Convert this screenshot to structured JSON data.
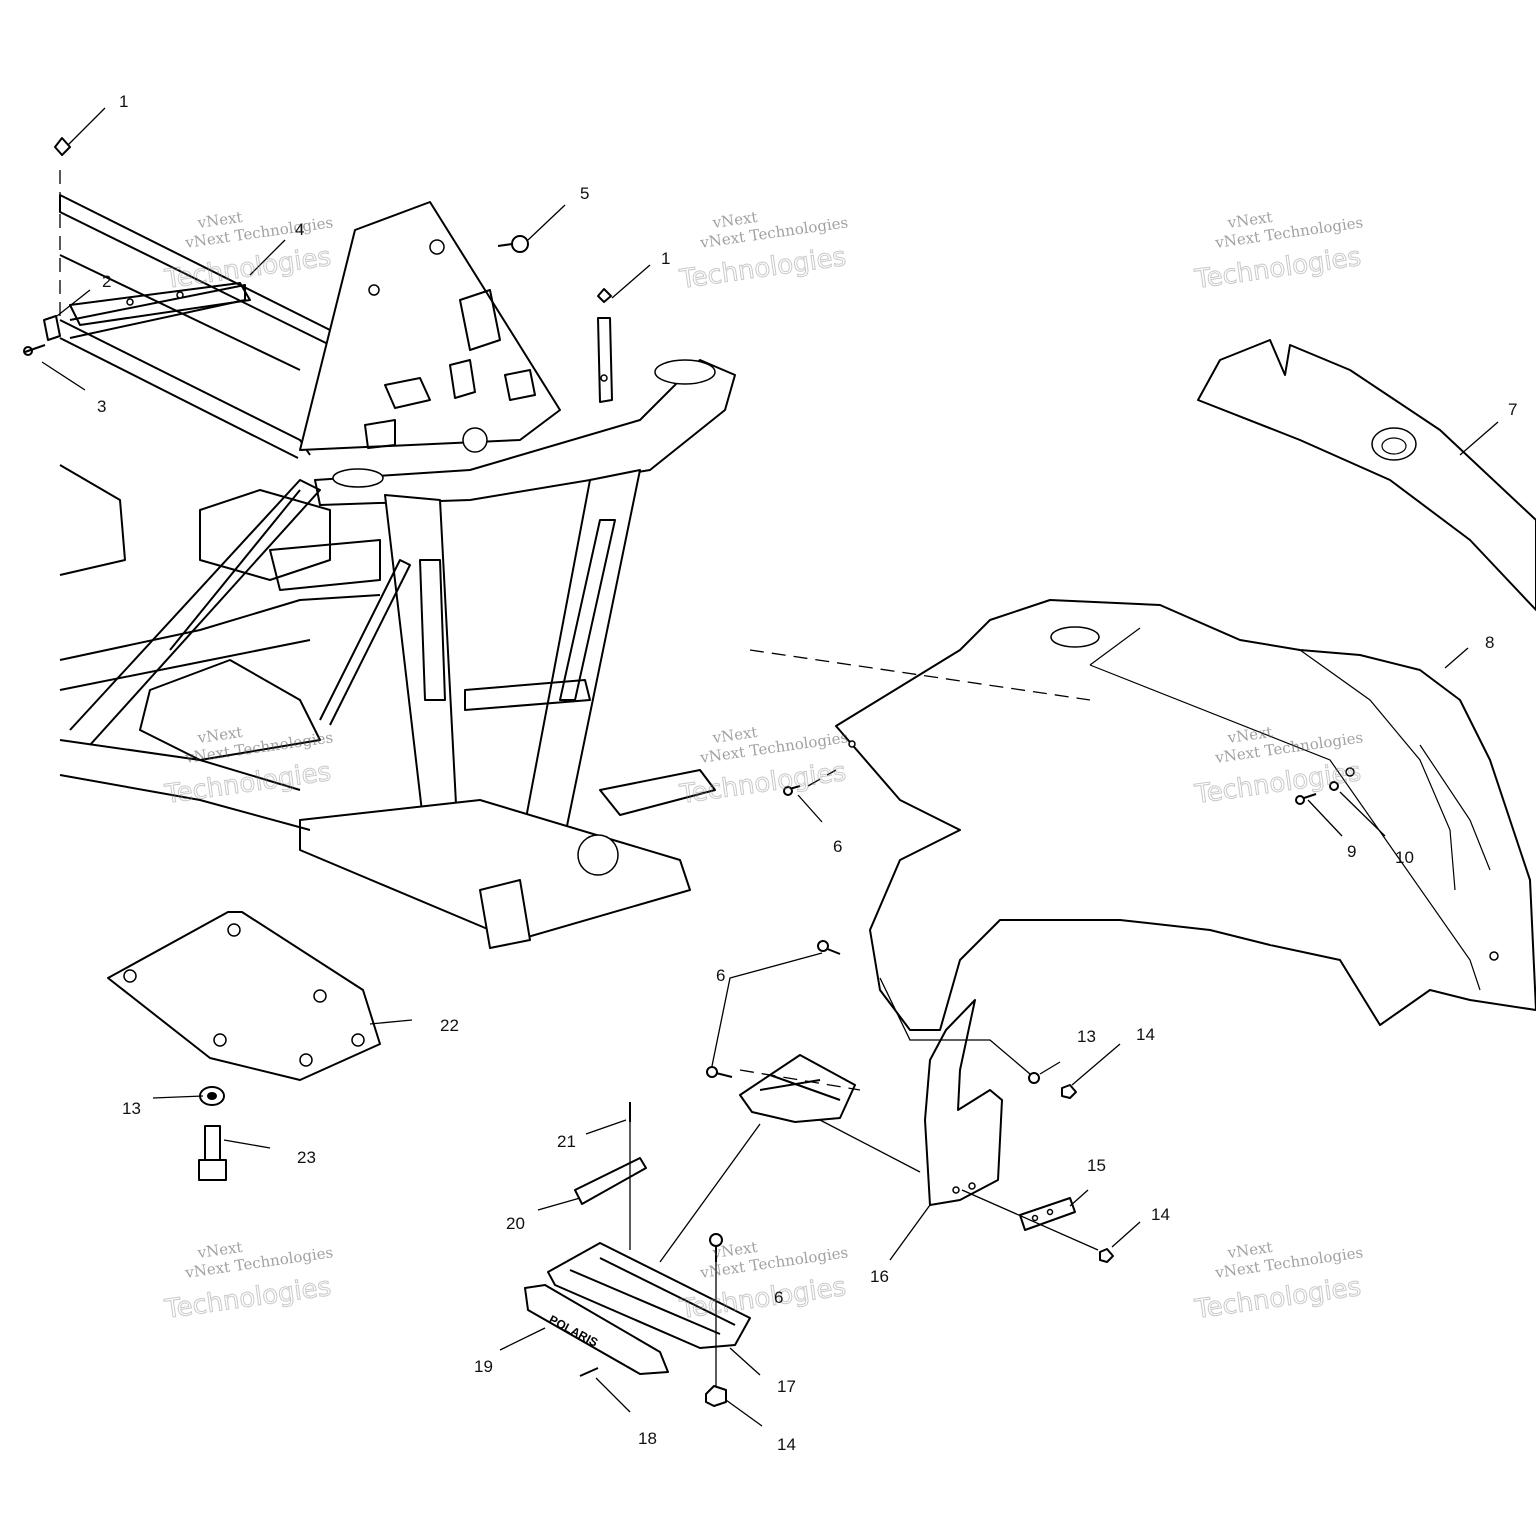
{
  "callouts": [
    {
      "id": "c1a",
      "label": "1"
    },
    {
      "id": "c2",
      "label": "2"
    },
    {
      "id": "c3",
      "label": "3"
    },
    {
      "id": "c4",
      "label": "4"
    },
    {
      "id": "c5",
      "label": "5"
    },
    {
      "id": "c1b",
      "label": "1"
    },
    {
      "id": "c7",
      "label": "7"
    },
    {
      "id": "c8",
      "label": "8"
    },
    {
      "id": "c6a",
      "label": "6"
    },
    {
      "id": "c9",
      "label": "9"
    },
    {
      "id": "c10",
      "label": "10"
    },
    {
      "id": "c6b",
      "label": "6"
    },
    {
      "id": "c22",
      "label": "22"
    },
    {
      "id": "c13a",
      "label": "13"
    },
    {
      "id": "c23",
      "label": "23"
    },
    {
      "id": "c13b",
      "label": "13"
    },
    {
      "id": "c14a",
      "label": "14"
    },
    {
      "id": "c21",
      "label": "21"
    },
    {
      "id": "c20",
      "label": "20"
    },
    {
      "id": "c15",
      "label": "15"
    },
    {
      "id": "c14b",
      "label": "14"
    },
    {
      "id": "c6c",
      "label": "6"
    },
    {
      "id": "c16",
      "label": "16"
    },
    {
      "id": "c19",
      "label": "19"
    },
    {
      "id": "c17",
      "label": "17"
    },
    {
      "id": "c18",
      "label": "18"
    },
    {
      "id": "c14c",
      "label": "14"
    }
  ],
  "watermark": {
    "line1": "vNext Technologies",
    "line2a": "vNext",
    "line2b": "Technologies"
  },
  "brand_text": "POLARIS"
}
